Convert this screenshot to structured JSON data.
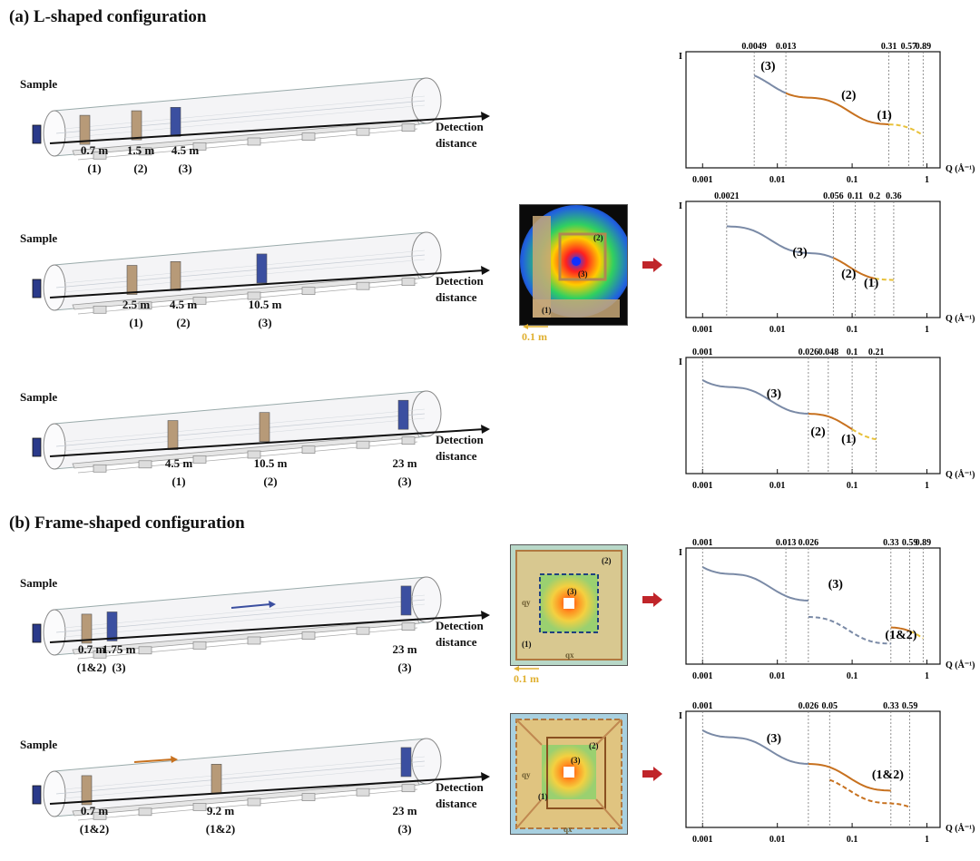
{
  "section_a": {
    "title": "(a) L-shaped configuration"
  },
  "section_b": {
    "title": "(b) Frame-shaped configuration"
  },
  "common": {
    "sample_label": "Sample",
    "detection_line1": "Detection",
    "detection_line2": "distance",
    "y_axis_label": "I",
    "x_axis_label": "Q (Å⁻¹)",
    "x_ticks": [
      "0.001",
      "0.01",
      "0.1",
      "1"
    ]
  },
  "rows": [
    {
      "positions": [
        "0.7 m",
        "1.5 m",
        "4.5 m"
      ],
      "detectors": [
        "(1)",
        "(2)",
        "(3)"
      ]
    },
    {
      "positions": [
        "2.5 m",
        "4.5 m",
        "10.5 m"
      ],
      "detectors": [
        "(1)",
        "(2)",
        "(3)"
      ]
    },
    {
      "positions": [
        "4.5 m",
        "10.5 m",
        "23 m"
      ],
      "detectors": [
        "(1)",
        "(2)",
        "(3)"
      ]
    },
    {
      "positions": [
        "0.7 m",
        "1.75 m",
        "23 m"
      ],
      "detectors": [
        "(1&2)",
        "(3)",
        "(3)"
      ]
    },
    {
      "positions": [
        "0.7 m",
        "9.2 m",
        "23 m"
      ],
      "detectors": [
        "(1&2)",
        "(1&2)",
        "(3)"
      ]
    }
  ],
  "detector_images": [
    {
      "labels": [
        "(2)",
        "(3)",
        "(1)"
      ],
      "scale": "0.1 m"
    },
    {
      "labels": [
        "(2)",
        "(3)",
        "(1)",
        "qy",
        "qx"
      ],
      "scale": "0.1 m"
    },
    {
      "labels": [
        "(2)",
        "(3)",
        "(1)",
        "qy",
        "qx"
      ]
    }
  ],
  "colors": {
    "blue_curve": "#7a8aa6",
    "orange_curve": "#c7711f",
    "yellow_curve": "#e8c13a",
    "red_arrow": "#c0252a",
    "detector_blue": "#3b4fa0",
    "detector_tan": "#b79a78"
  },
  "chart_data": [
    {
      "type": "line",
      "xscale": "log",
      "xlim": [
        0.0006,
        1.5
      ],
      "vlines": [
        "0.0049",
        "0.013",
        "0.31",
        "0.57",
        "0.89"
      ],
      "regions": [
        "(3)",
        "(2)",
        "(1)"
      ]
    },
    {
      "type": "line",
      "xscale": "log",
      "xlim": [
        0.0006,
        1.5
      ],
      "vlines": [
        "0.0021",
        "0.056",
        "0.11",
        "0.2",
        "0.36"
      ],
      "regions": [
        "(3)",
        "(2)",
        "(1)"
      ]
    },
    {
      "type": "line",
      "xscale": "log",
      "xlim": [
        0.0006,
        1.5
      ],
      "vlines": [
        "0.001",
        "0.026",
        "0.048",
        "0.1",
        "0.21"
      ],
      "regions": [
        "(3)",
        "(2)",
        "(1)"
      ]
    },
    {
      "type": "line",
      "xscale": "log",
      "xlim": [
        0.0006,
        1.5
      ],
      "vlines": [
        "0.001",
        "0.013",
        "0.026",
        "0.33",
        "0.59",
        "0.89"
      ],
      "regions": [
        "(3)",
        "(1&2)"
      ]
    },
    {
      "type": "line",
      "xscale": "log",
      "xlim": [
        0.0006,
        1.5
      ],
      "vlines": [
        "0.001",
        "0.026",
        "0.05",
        "0.33",
        "0.59"
      ],
      "regions": [
        "(3)",
        "(1&2)"
      ]
    }
  ]
}
